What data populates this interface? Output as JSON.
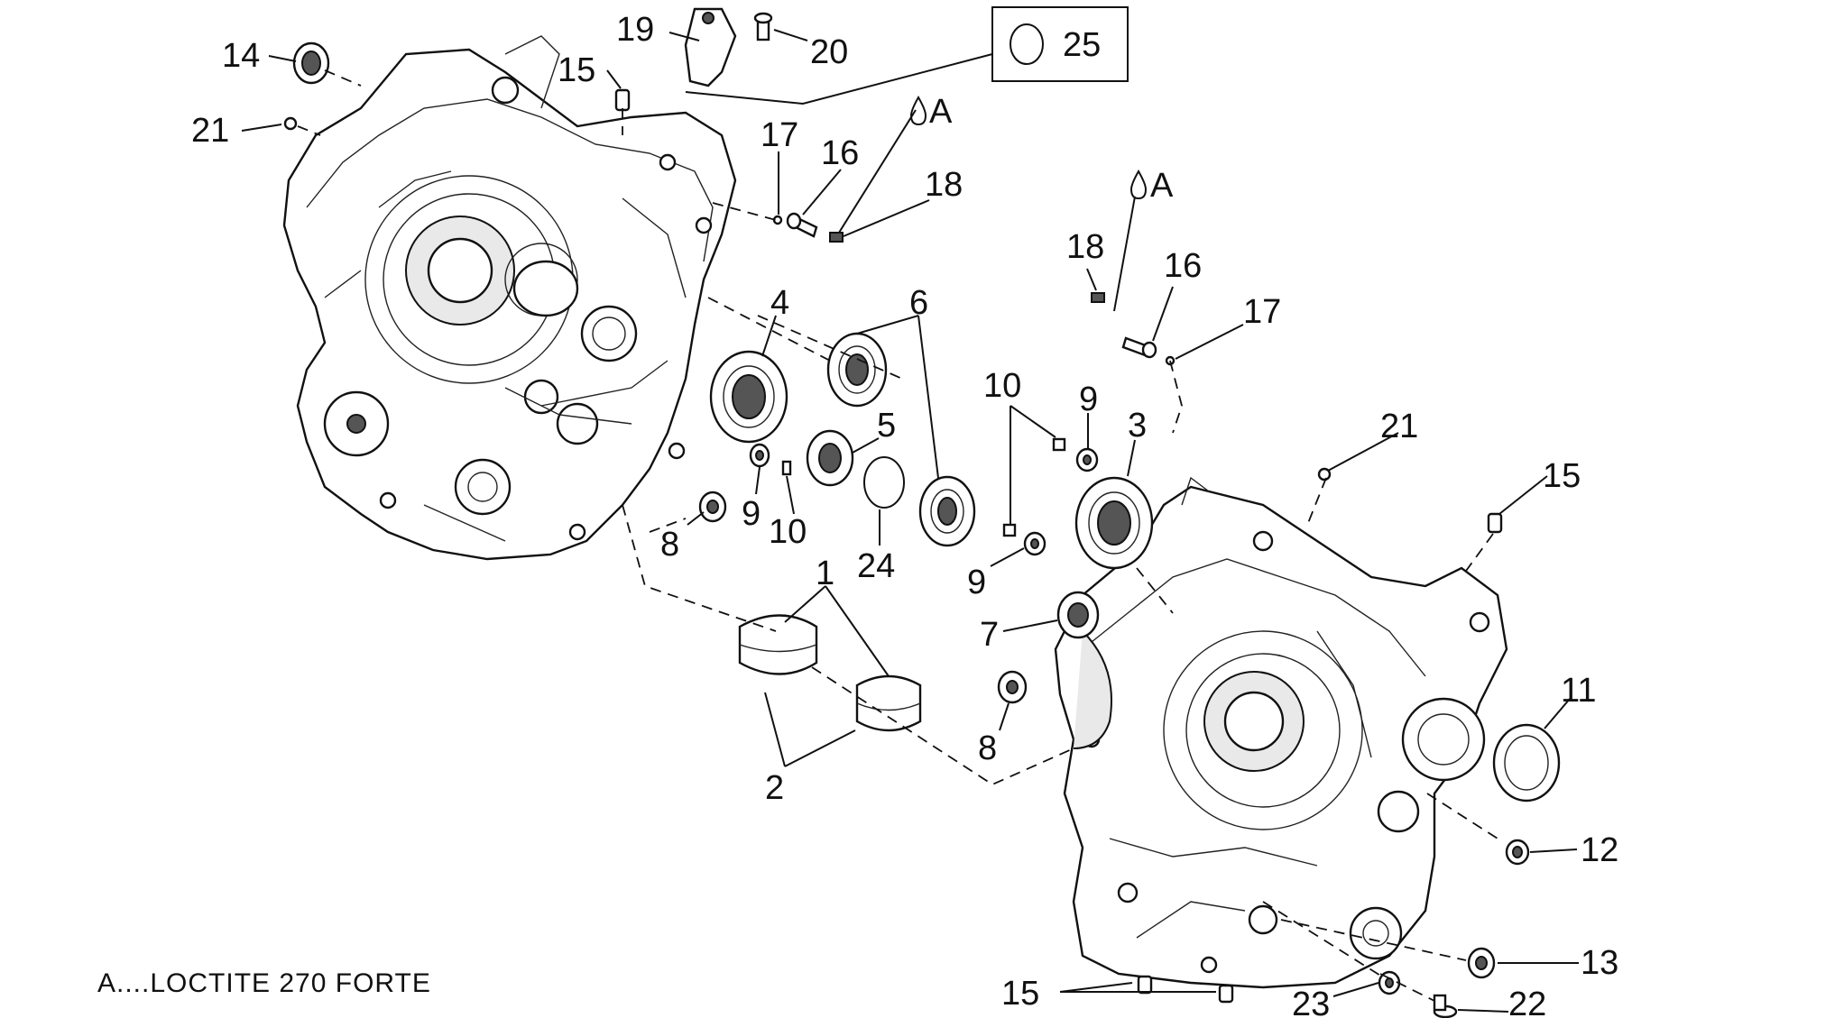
{
  "diagram": {
    "callouts": [
      {
        "id": "c14a",
        "label": "14"
      },
      {
        "id": "c21a",
        "label": "21"
      },
      {
        "id": "c19",
        "label": "19"
      },
      {
        "id": "c20",
        "label": "20"
      },
      {
        "id": "c15a",
        "label": "15"
      },
      {
        "id": "c25",
        "label": "25"
      },
      {
        "id": "cAa",
        "label": "A"
      },
      {
        "id": "c17a",
        "label": "17"
      },
      {
        "id": "c16a",
        "label": "16"
      },
      {
        "id": "c18a",
        "label": "18"
      },
      {
        "id": "cAb",
        "label": "A"
      },
      {
        "id": "c18b",
        "label": "18"
      },
      {
        "id": "c16b",
        "label": "16"
      },
      {
        "id": "c17b",
        "label": "17"
      },
      {
        "id": "c4",
        "label": "4"
      },
      {
        "id": "c6",
        "label": "6"
      },
      {
        "id": "c5",
        "label": "5"
      },
      {
        "id": "c10a",
        "label": "10"
      },
      {
        "id": "c9a",
        "label": "9"
      },
      {
        "id": "c3",
        "label": "3"
      },
      {
        "id": "c21b",
        "label": "21"
      },
      {
        "id": "c15b",
        "label": "15"
      },
      {
        "id": "c9b",
        "label": "9"
      },
      {
        "id": "c10b",
        "label": "10"
      },
      {
        "id": "c8a",
        "label": "8"
      },
      {
        "id": "c24",
        "label": "24"
      },
      {
        "id": "c9c",
        "label": "9"
      },
      {
        "id": "c1",
        "label": "1"
      },
      {
        "id": "c7",
        "label": "7"
      },
      {
        "id": "c2",
        "label": "2"
      },
      {
        "id": "c8b",
        "label": "8"
      },
      {
        "id": "c11",
        "label": "11"
      },
      {
        "id": "c12",
        "label": "12"
      },
      {
        "id": "c13",
        "label": "13"
      },
      {
        "id": "c15c",
        "label": "15"
      },
      {
        "id": "c23",
        "label": "23"
      },
      {
        "id": "c22",
        "label": "22"
      }
    ],
    "legend_note": "A....LOCTITE 270 FORTE"
  }
}
